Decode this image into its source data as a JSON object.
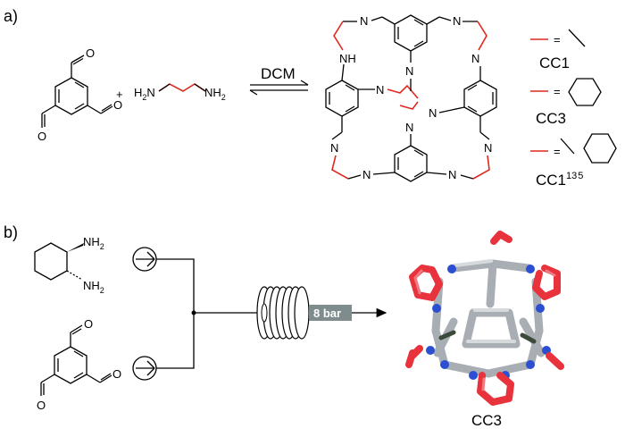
{
  "panels": {
    "a": "a)",
    "b": "b)"
  },
  "reaction": {
    "plus": "+",
    "solvent": "DCM",
    "diamine_left": "H",
    "diamine_left_sub": "2",
    "diamine_left_n": "N",
    "diamine_right": "NH",
    "diamine_right_sub": "2"
  },
  "cage_atoms": {
    "imine_n": "N",
    "amine": "NH"
  },
  "legend": {
    "eq": "=",
    "cc1": "CC1",
    "cc3": "CC3",
    "cc1_13_5_base": "CC1",
    "cc1_13_5_sup1": "13",
    "cc1_13_5_sup2": "5"
  },
  "flow": {
    "nh2_top": "NH",
    "nh2_bottom": "NH",
    "nh2_sub": "2",
    "pressure": "8 bar",
    "product": "CC3"
  },
  "colors": {
    "accent_red": "#e0281e",
    "cage_red": "#e8323c",
    "cage_grey": "#a9aeb4",
    "cage_blue": "#2a4fd0",
    "pressure_bg": "#7f8c8d"
  }
}
